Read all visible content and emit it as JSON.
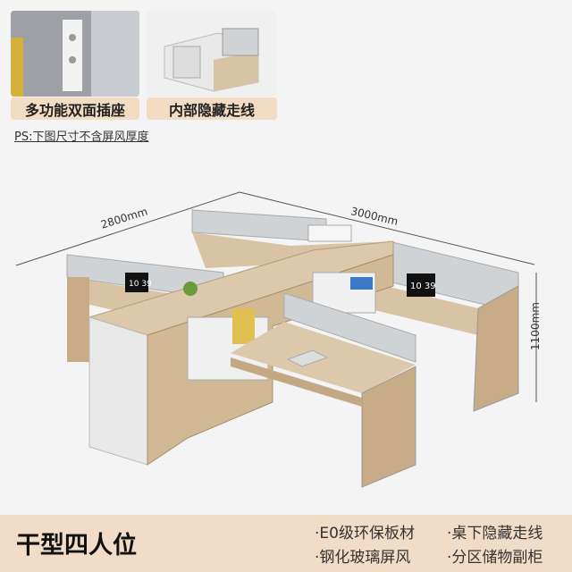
{
  "thumbnails": [
    {
      "label": "多功能双面插座"
    },
    {
      "label": "内部隐藏走线"
    }
  ],
  "note": "PS:下图尺寸不含屏风厚度",
  "dimensions": {
    "left_width": "2800mm",
    "right_width": "3000mm",
    "height": "1100mm"
  },
  "monitor_time": "10 39",
  "product": {
    "title": "干型四人位",
    "features": [
      "·E0级环保板材",
      "·桌下隐藏走线",
      "·钢化玻璃屏风",
      "·分区储物副柜"
    ]
  },
  "colors": {
    "band": "#f1dcc8",
    "wood": "#d9c3a5",
    "panel": "#cfd3d6",
    "frame": "#b9bcbf"
  }
}
